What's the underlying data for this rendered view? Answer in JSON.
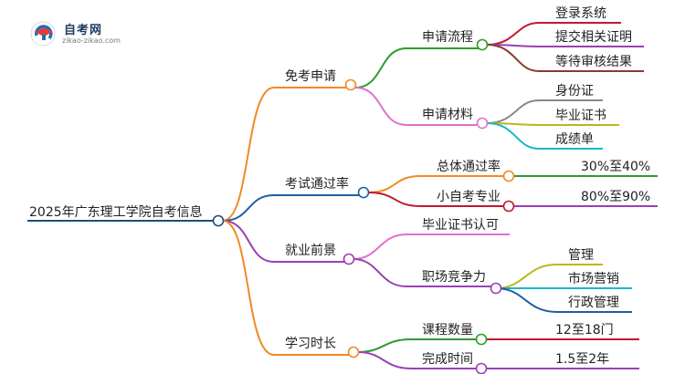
{
  "logo": {
    "title": "自考网",
    "url": "zikao-zikao.com",
    "icon": "graduation-cap-icon"
  },
  "colors": {
    "root_line": "#1f4e79",
    "orange": "#f08a24",
    "blue": "#1f5fa0",
    "purple": "#9b3fb5",
    "green": "#2e9a2e",
    "red": "#c0192c",
    "pink": "#e070d0",
    "gray": "#888888",
    "cyan": "#19b8c8",
    "olive": "#b8b81a"
  },
  "root": "2025年广东理工学院自考信息",
  "branches": {
    "mianshen": {
      "label": "免考申请",
      "liucheng": {
        "label": "申请流程",
        "items": [
          "登录系统",
          "提交相关证明",
          "等待审核结果"
        ]
      },
      "cailiao": {
        "label": "申请材料",
        "items": [
          "身份证",
          "毕业证书",
          "成绩单"
        ]
      }
    },
    "tongguo": {
      "label": "考试通过率",
      "zongti": {
        "label": "总体通过率",
        "value": "30%至40%"
      },
      "xiaozikao": {
        "label": "小自考专业",
        "value": "80%至90%"
      }
    },
    "jiuye": {
      "label": "就业前景",
      "renke": {
        "label": "毕业证书认可"
      },
      "jingzheng": {
        "label": "职场竞争力",
        "items": [
          "管理",
          "市场营销",
          "行政管理"
        ]
      }
    },
    "xuexi": {
      "label": "学习时长",
      "kecheng": {
        "label": "课程数量",
        "value": "12至18门"
      },
      "wancheng": {
        "label": "完成时间",
        "value": "1.5至2年"
      }
    }
  }
}
